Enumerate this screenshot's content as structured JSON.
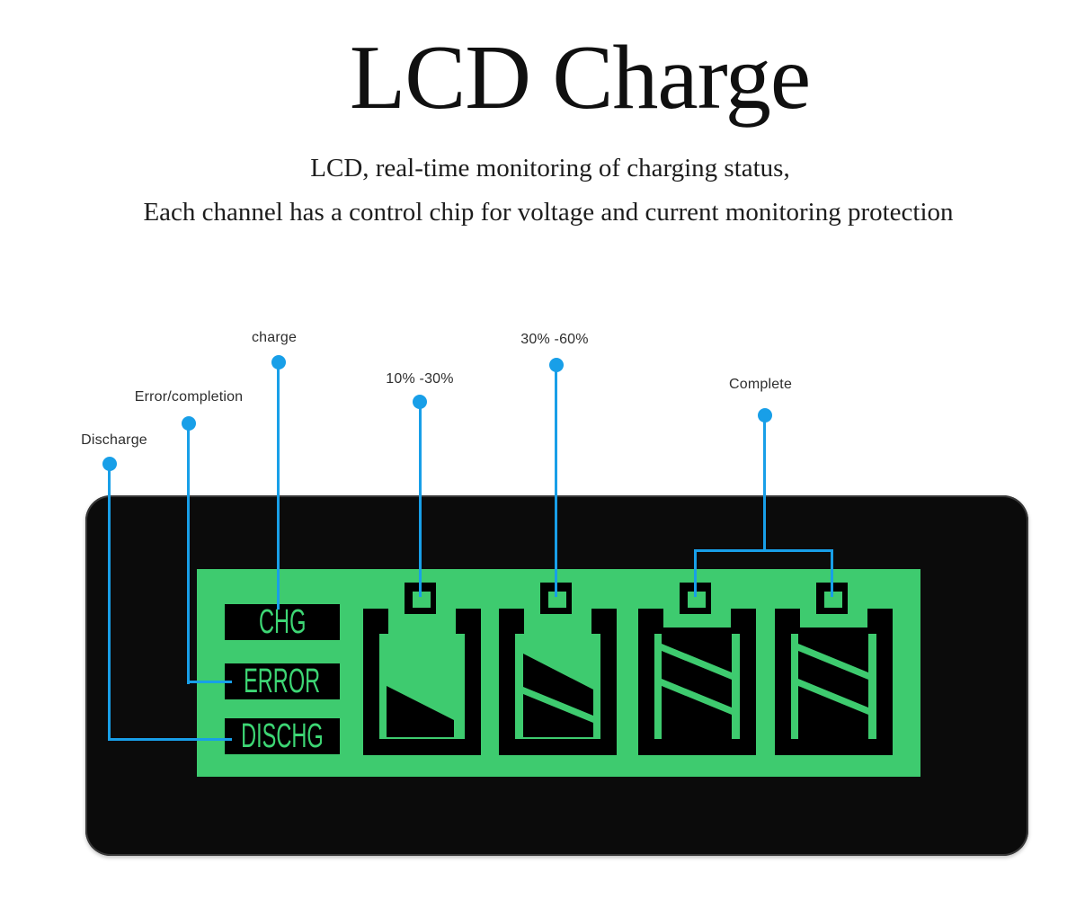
{
  "header": {
    "title": "LCD Charge",
    "subtitle_line1": "LCD, real-time monitoring of charging status,",
    "subtitle_line2": "Each channel has a control chip for voltage and current monitoring protection"
  },
  "annotations": {
    "discharge": {
      "label": "Discharge"
    },
    "error": {
      "label": "Error/completion"
    },
    "charge": {
      "label": "charge"
    },
    "pct_10_30": {
      "label": "10% -30%"
    },
    "pct_30_60": {
      "label": "30% -60%"
    },
    "complete": {
      "label": "Complete"
    }
  },
  "lcd_panel": {
    "indicators": [
      {
        "label": "CHG"
      },
      {
        "label": "ERROR"
      },
      {
        "label": "DISCHG"
      }
    ],
    "batteries": [
      {
        "icon": "battery-level-low-icon",
        "level": "10% -30%"
      },
      {
        "icon": "battery-level-mid-icon",
        "level": "30% -60%"
      },
      {
        "icon": "battery-level-full-icon",
        "level": "Complete"
      },
      {
        "icon": "battery-level-full-icon",
        "level": "Complete"
      }
    ]
  },
  "colors": {
    "accent_blue": "#189fe8",
    "lcd_green": "#3ecb6f",
    "panel_black": "#0b0b0b",
    "label_text": "#2e2e2e"
  }
}
